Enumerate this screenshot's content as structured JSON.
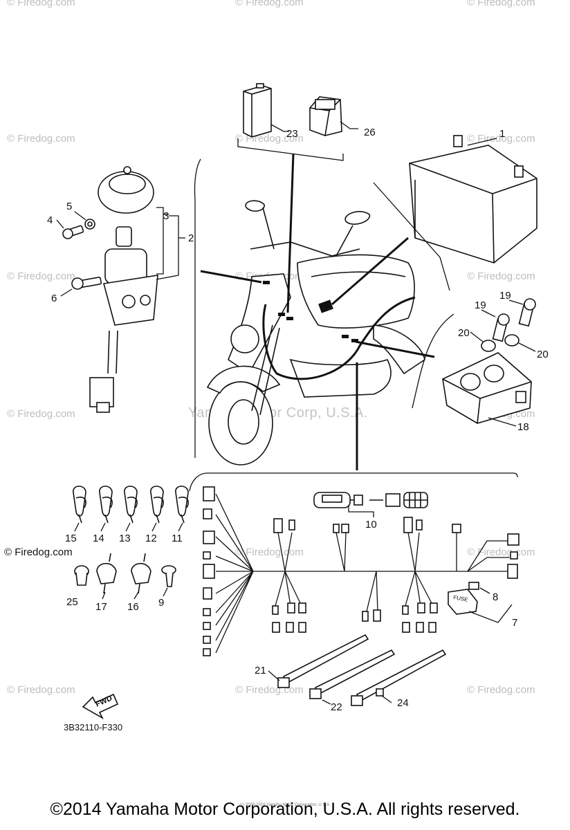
{
  "watermarks": {
    "site": "© Firedog.com",
    "site_plain": "© Firedog.com",
    "yamaha": "Yamaha Motor Corp, U.S.A.",
    "wide": "© Firedog.com"
  },
  "callouts": {
    "c1": "1",
    "c2": "2",
    "c3": "3",
    "c4": "4",
    "c5": "5",
    "c6": "6",
    "c7": "7",
    "c8": "8",
    "c9": "9",
    "c10": "10",
    "c11": "11",
    "c12": "12",
    "c13": "13",
    "c14": "14",
    "c15": "15",
    "c16": "16",
    "c17": "17",
    "c18": "18",
    "c19a": "19",
    "c19b": "19",
    "c20a": "20",
    "c20b": "20",
    "c21": "21",
    "c22": "22",
    "c23": "23",
    "c24": "24",
    "c25": "25",
    "c26": "26"
  },
  "fwd_label": "FWD",
  "fuse_label": "FUSE",
  "diagram_code": "3B32110-F330",
  "small_copyright": "(c) 2006-2016 Yamaha Motor Corporation, U.S.A.",
  "footer": "©2014 Yamaha Motor Corporation, U.S.A. All rights reserved."
}
